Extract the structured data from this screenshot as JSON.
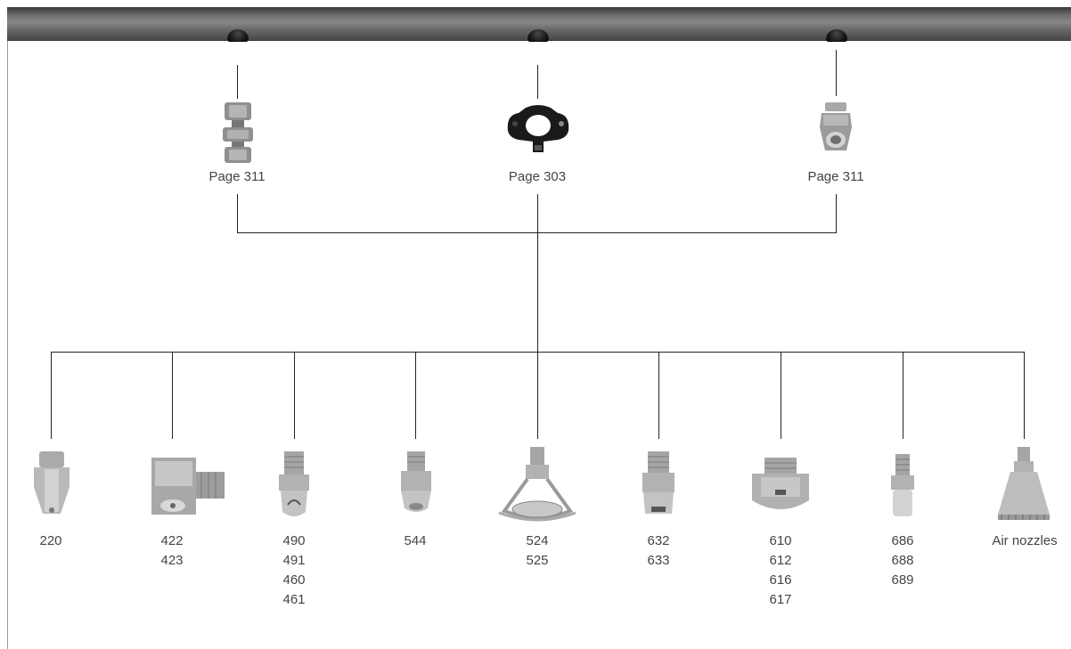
{
  "mounts": [
    {
      "id": "union",
      "label": "Page 311"
    },
    {
      "id": "clamp",
      "label": "Page 303"
    },
    {
      "id": "adapter",
      "label": "Page 311"
    }
  ],
  "nozzles": [
    {
      "id": "n220",
      "lines": [
        "220"
      ]
    },
    {
      "id": "n422",
      "lines": [
        "422",
        "423"
      ]
    },
    {
      "id": "n490",
      "lines": [
        "490",
        "491",
        "460",
        "461"
      ]
    },
    {
      "id": "n544",
      "lines": [
        "544"
      ]
    },
    {
      "id": "n524",
      "lines": [
        "524",
        "525"
      ]
    },
    {
      "id": "n632",
      "lines": [
        "632",
        "633"
      ]
    },
    {
      "id": "n610",
      "lines": [
        "610",
        "612",
        "616",
        "617"
      ]
    },
    {
      "id": "n686",
      "lines": [
        "686",
        "688",
        "689"
      ]
    },
    {
      "id": "air",
      "lines": [
        "Air nozzles"
      ]
    }
  ],
  "colors": {
    "pipe": "#6f6f6f",
    "metal": "#b8b8b8",
    "line": "#222222",
    "clamp": "#1a1a1a"
  }
}
